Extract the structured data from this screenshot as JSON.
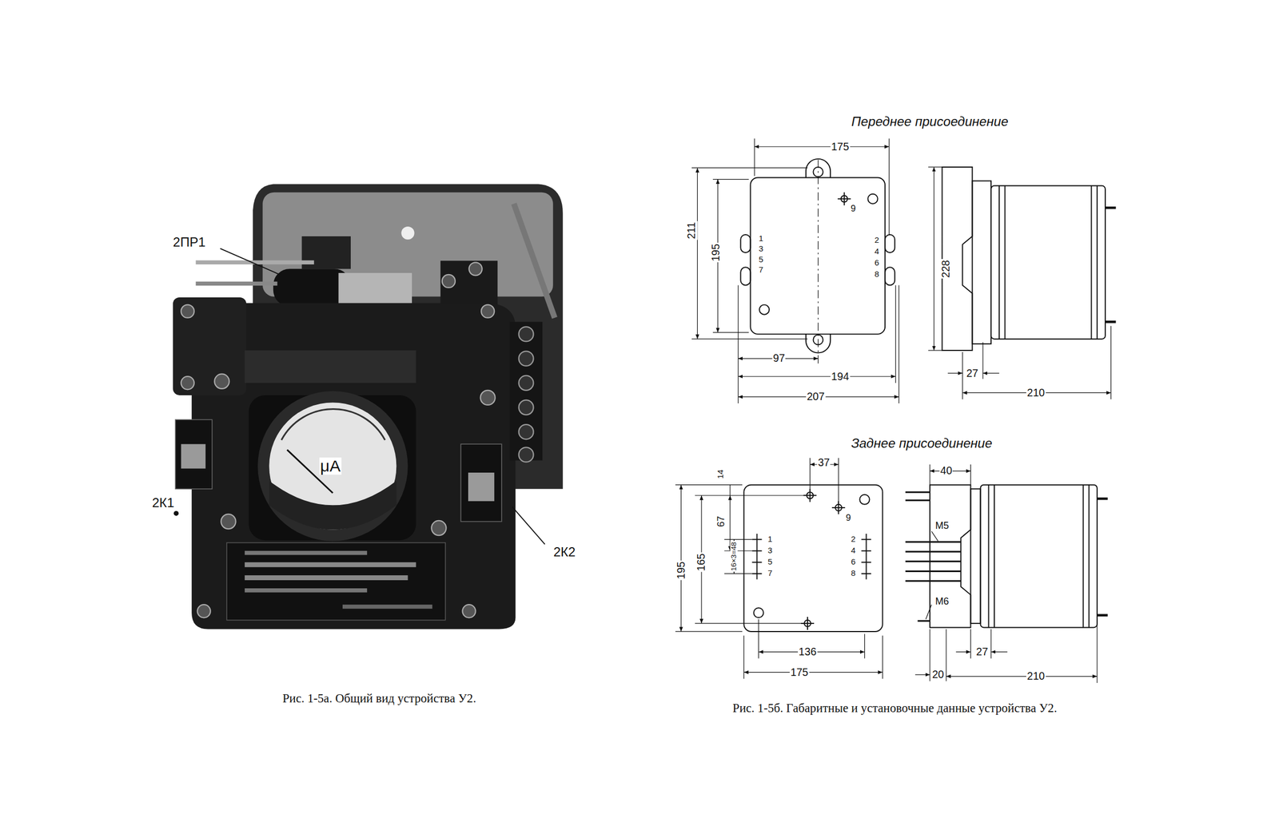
{
  "diagram": {
    "labels": [
      "2ПР1",
      "2К1",
      "2К2",
      "μА",
      "Рис. 1-5а. Общий вид устройства У2.",
      "Переднее присоединение",
      "175",
      "211",
      "195",
      "1",
      "3",
      "5",
      "7",
      "2",
      "4",
      "6",
      "8",
      "9",
      "97",
      "194",
      "207",
      "228",
      "27",
      "210",
      "Заднее присоединение",
      "37",
      "14",
      "67",
      "165",
      "195",
      "16×3=48",
      "1",
      "3",
      "5",
      "7",
      "2",
      "4",
      "6",
      "8",
      "9",
      "136",
      "175",
      "40",
      "М5",
      "М6",
      "27",
      "20",
      "210",
      "Рис. 1-5б. Габаритные и установочные данные устройства У2."
    ]
  }
}
